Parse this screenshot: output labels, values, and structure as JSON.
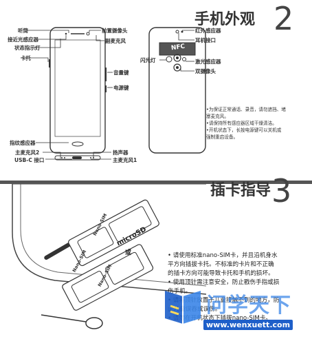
{
  "section1": {
    "title": "手机外观",
    "number": "2",
    "labels_left": [
      "听筒",
      "接近光感应器",
      "状态指示灯",
      "卡托",
      "指纹感应器",
      "主麦克风2",
      "USB-C 接口"
    ],
    "labels_mid": [
      "前置摄像头",
      "副麦克风",
      "音量键",
      "电源键",
      "扬声器",
      "主麦克风1"
    ],
    "labels_right": [
      "红外感应器",
      "耳机接口",
      "闪光灯",
      "激光感应器",
      "双摄像头"
    ],
    "nfc": "NFC",
    "notes": [
      "•为保证正常通话、录音，请勿遮挡、堵",
      " 塞麦克风。",
      "•请保持所有感应器区域干燥清洁。",
      "•开机状态下，长按电源键可以关机或",
      " 强制重启设备。"
    ]
  },
  "section2": {
    "title": "插卡指导",
    "number": "3",
    "card_labels": [
      "Nano-SIM",
      "microSD",
      "或",
      "Nano-SIM",
      "Nano-SIM"
    ],
    "notes": [
      "• 请使用标准nano-SIM卡，并且沿机身水",
      "  平方向插拔卡托。不标准的卡片和不正确",
      "  的插卡方向可能导致卡托和手机的损坏。",
      "• 使用顶针需注意安全，防止戳伤手指或损",
      "  伤手机。",
      "• 请将顶针放置于儿童接触不到的地方，防",
      "  止儿童误吞或误伤。",
      "• 请勿在开机状态下插拔nano-SIM卡。"
    ]
  },
  "watermark": {
    "site": "问学天下",
    "url": "www.wenxuett.com"
  }
}
